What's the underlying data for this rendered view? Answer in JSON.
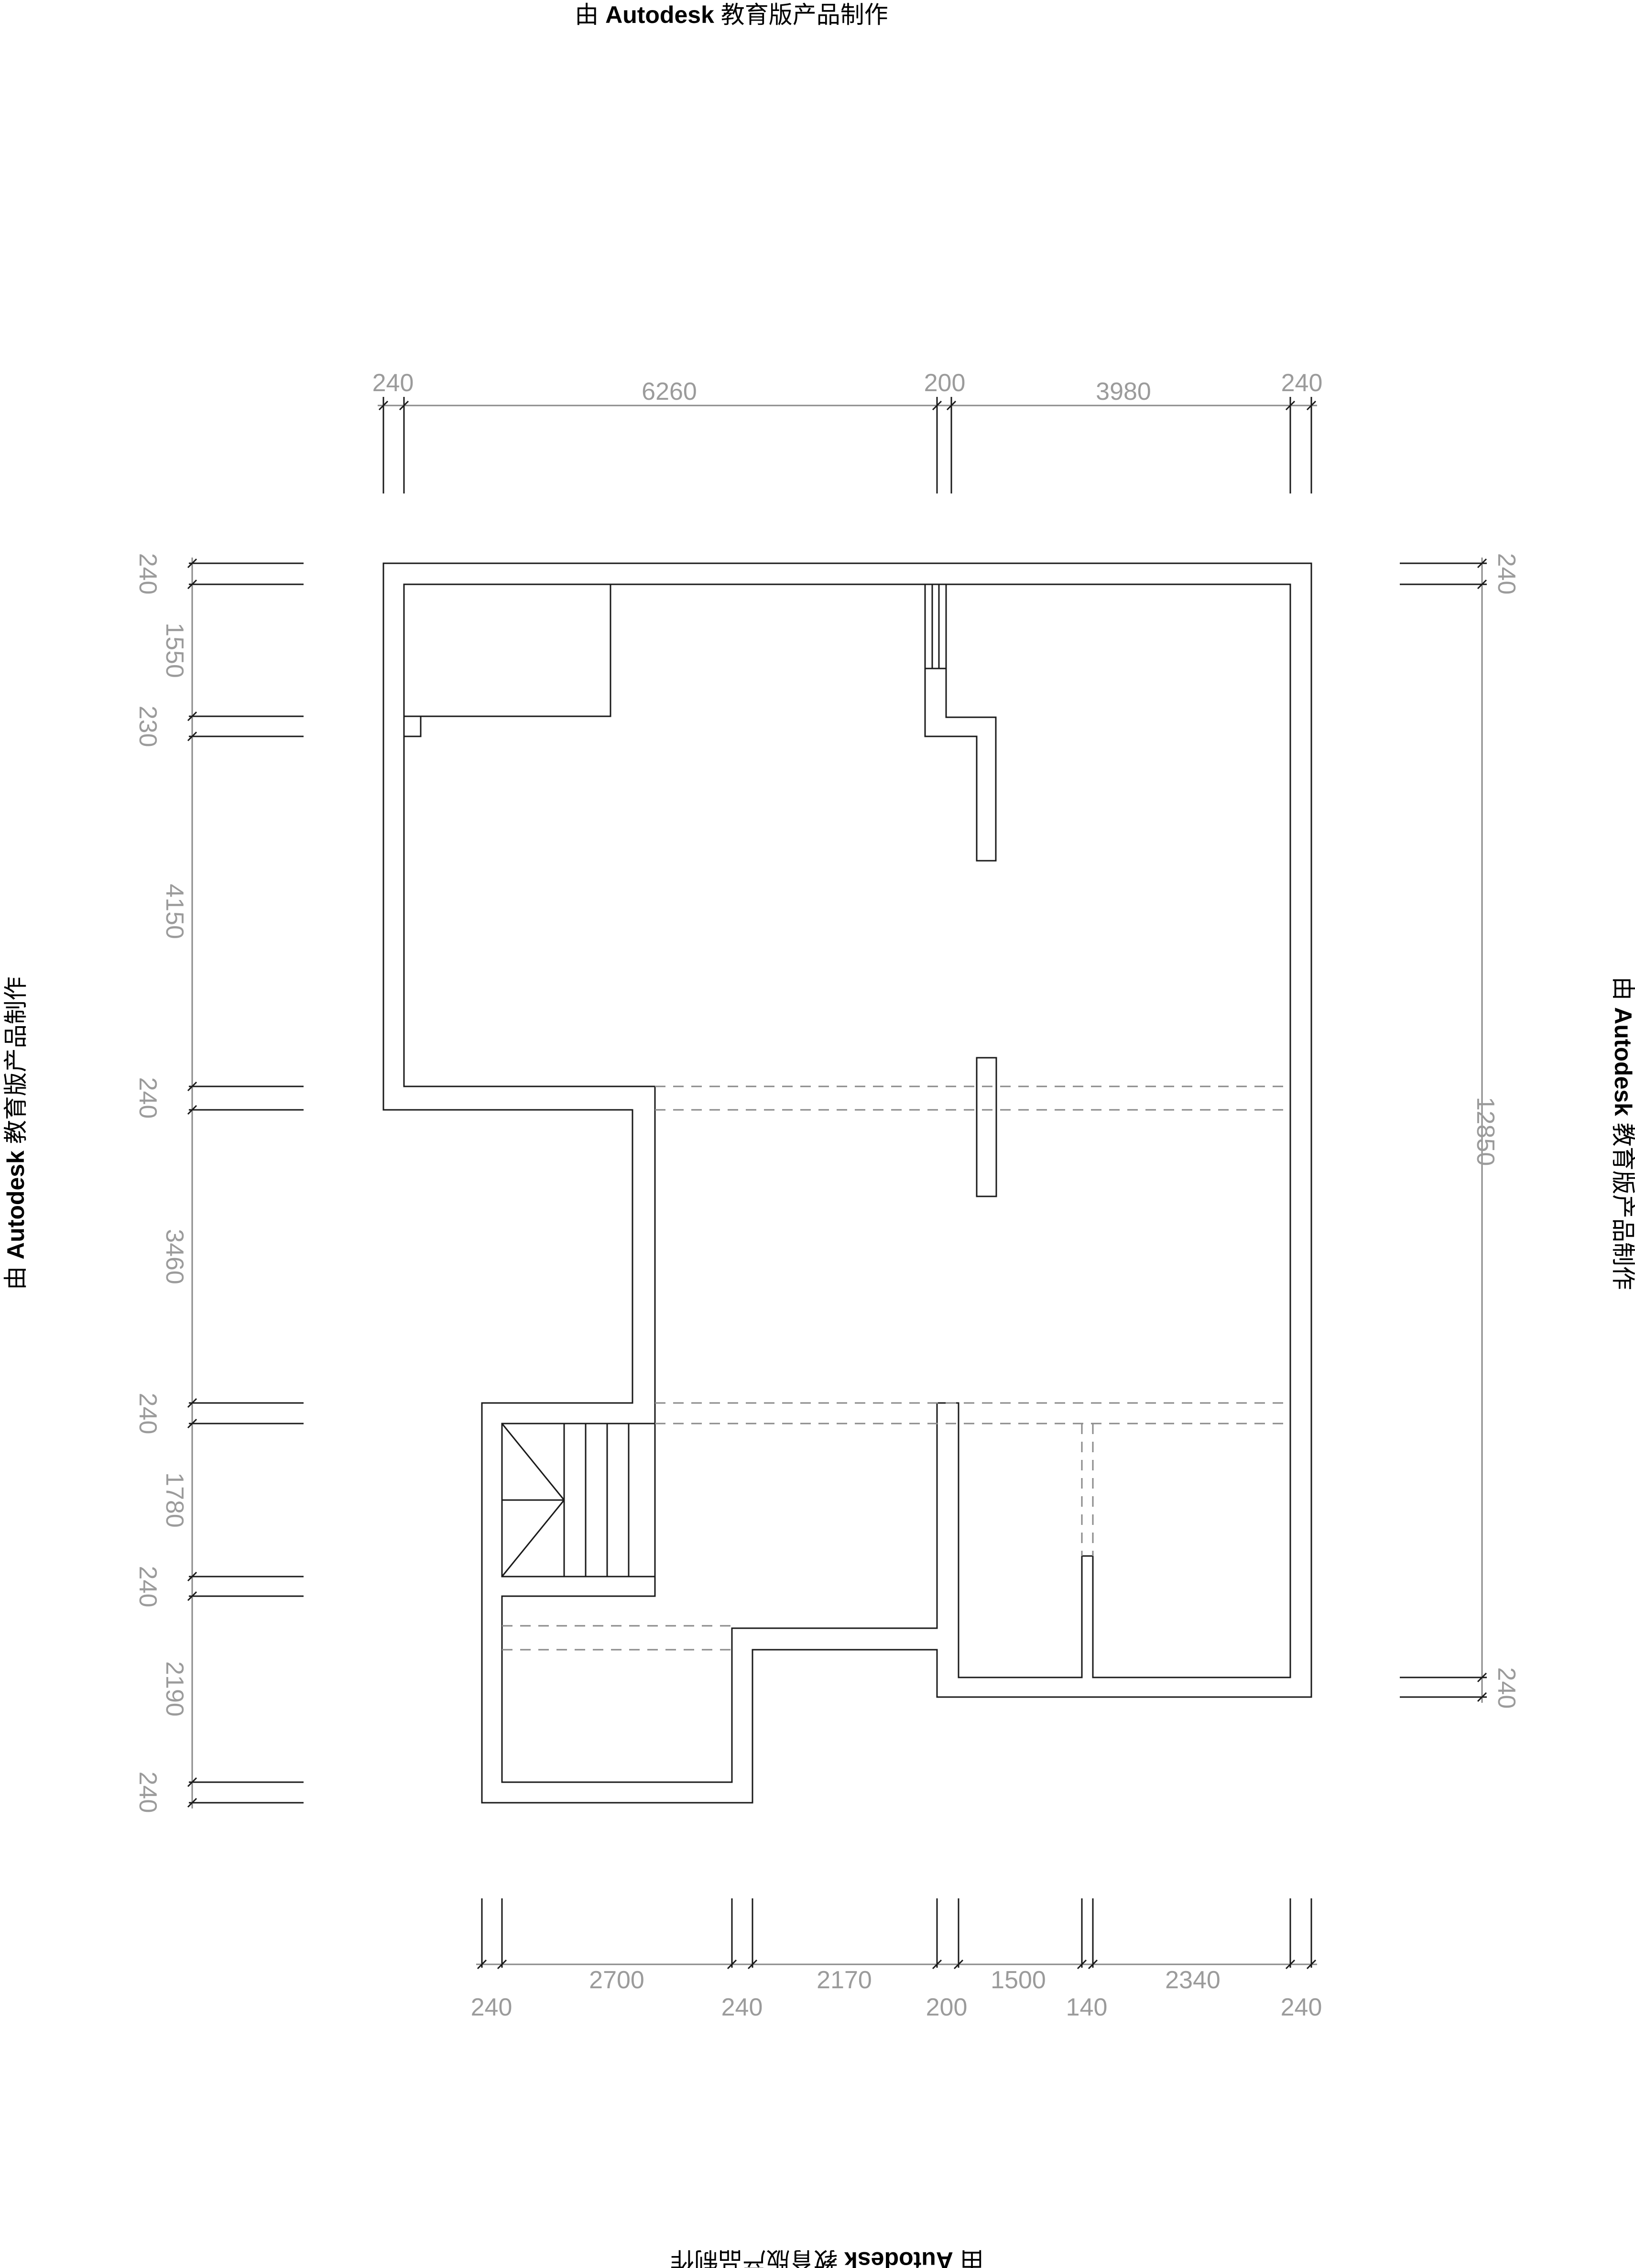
{
  "watermark": {
    "prefix": "由 ",
    "brand": "Autodesk",
    "suffix": " 教育版产品制作"
  },
  "dimensions": {
    "top": [
      "240",
      "6260",
      "200",
      "3980",
      "240"
    ],
    "bottom": [
      "240",
      "2700",
      "240",
      "2170",
      "200",
      "1500",
      "140",
      "2340",
      "240"
    ],
    "left": [
      "240",
      "1550",
      "230",
      "4150",
      "240",
      "3460",
      "240",
      "1780",
      "240",
      "2190",
      "240"
    ],
    "right": [
      "240",
      "12850",
      "240"
    ]
  },
  "colors": {
    "wall": "#1a1a1a",
    "dimension_text": "#9b9b9b",
    "hidden_line": "#8a8a8a",
    "watermark": "#000000"
  }
}
